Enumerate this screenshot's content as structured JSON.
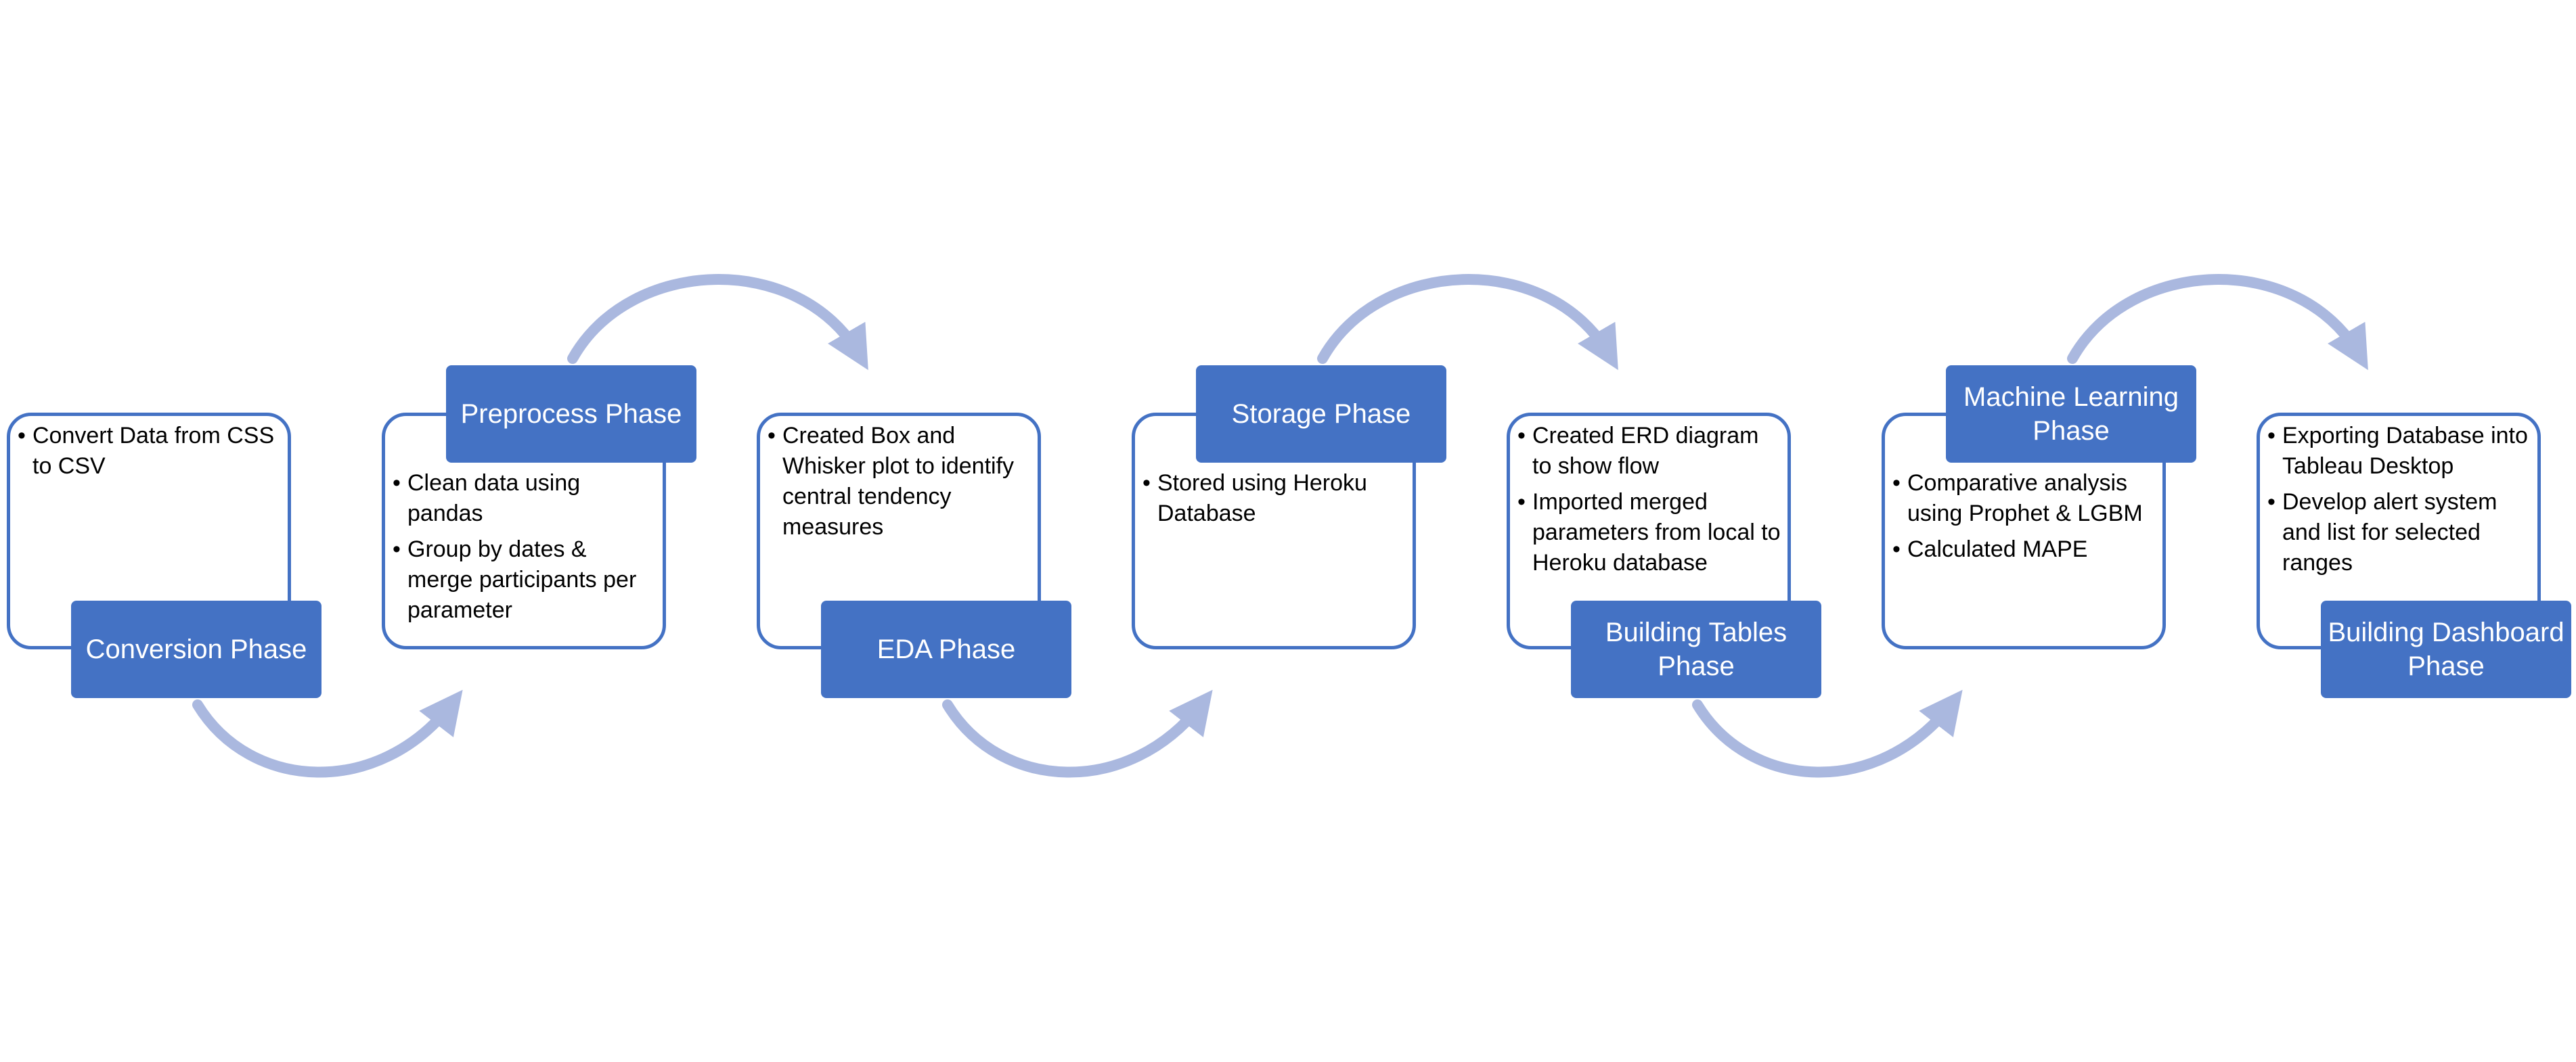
{
  "colors": {
    "box_fill": "#4472C4",
    "outline": "#4472C4",
    "arrow": "#AAB8DF",
    "label_text": "#FFFFFF",
    "body_text": "#000000"
  },
  "phases": [
    {
      "label": "Conversion Phase",
      "bullets": [
        "Convert Data from CSS to CSV"
      ]
    },
    {
      "label": "Preprocess Phase",
      "bullets": [
        "Clean data using pandas",
        "Group by dates & merge participants per parameter"
      ]
    },
    {
      "label": "EDA Phase",
      "bullets": [
        "Created Box and Whisker plot to identify central tendency measures"
      ]
    },
    {
      "label": "Storage Phase",
      "bullets": [
        "Stored using Heroku Database"
      ]
    },
    {
      "label": "Building Tables Phase",
      "bullets": [
        "Created ERD diagram to show flow",
        "Imported merged parameters from local to Heroku database"
      ]
    },
    {
      "label": "Machine Learning Phase",
      "bullets": [
        "Comparative analysis using Prophet & LGBM",
        "Calculated MAPE"
      ]
    },
    {
      "label": "Building Dashboard Phase",
      "bullets": [
        "Exporting Database into Tableau Desktop",
        "Develop alert system and list for selected ranges"
      ]
    }
  ]
}
